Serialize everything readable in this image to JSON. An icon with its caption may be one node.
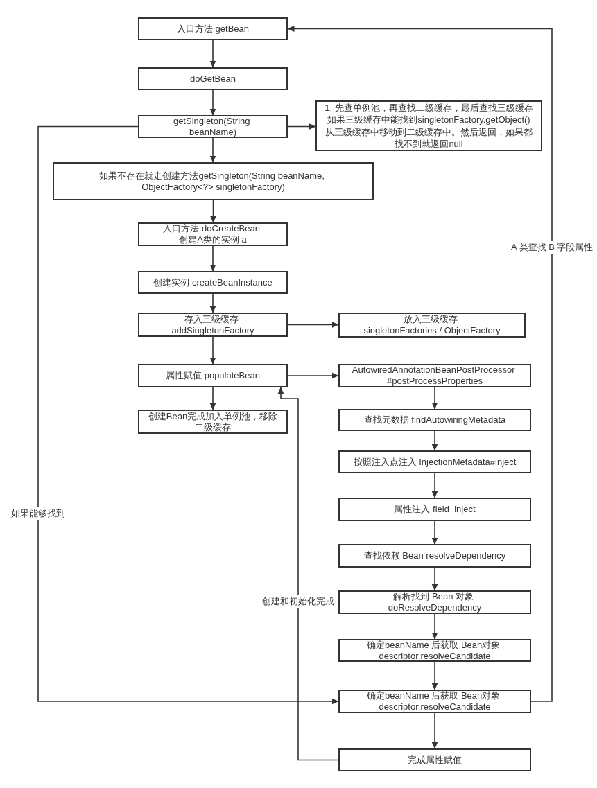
{
  "diagram": {
    "nodes": [
      {
        "text": [
          "入口方法 getBean"
        ]
      },
      {
        "text": [
          "doGetBean"
        ]
      },
      {
        "text": [
          "getSingleton(String beanName)"
        ]
      },
      {
        "text": [
          "1. 先查单例池，再查找二级缓存，最后查找三级缓存如果三级缓存中能找到singletonFactory.getObject()从三级缓存中移动到二级缓存中。然后返回，如果都找不到就返回null"
        ]
      },
      {
        "text": [
          "如果不存在就走创建方法getSingleton(String beanName, ObjectFactory<?> singletonFactory)"
        ]
      },
      {
        "text": [
          "入口方法 doCreateBean 创建A类的实例 a"
        ]
      },
      {
        "text": [
          "创建实例 createBeanInstance"
        ]
      },
      {
        "text": [
          "存入三级缓存 addSingletonFactory"
        ]
      },
      {
        "text": [
          "放入三级缓存 singletonFactories / ObjectFactory"
        ]
      },
      {
        "text": [
          "属性赋值 populateBean"
        ]
      },
      {
        "text": [
          "AutowiredAnnotationBeanPostProcessor #postProcessProperties"
        ]
      },
      {
        "text": [
          "创建Bean完成加入单例池，移除二级缓存"
        ]
      },
      {
        "text": [
          "查找元数据 findAutowiringMetadata"
        ]
      },
      {
        "text": [
          "按照注入点注入 InjectionMetadata#inject"
        ]
      },
      {
        "text": [
          "属性注入 field  inject"
        ]
      },
      {
        "text": [
          "查找依赖 Bean resolveDependency"
        ]
      },
      {
        "text": [
          "解析找到 Bean 对象 doResolveDependency"
        ]
      },
      {
        "text": [
          "确定beanName 后获取 Bean对象 descriptor.resolveCandidate"
        ]
      },
      {
        "text": [
          "确定beanName 后获取 Bean对象 descriptor.resolveCandidate"
        ]
      },
      {
        "text": [
          "完成属性赋值"
        ]
      }
    ],
    "edges": [
      {
        "from": 0,
        "to": 1,
        "arrow": "to"
      },
      {
        "from": 1,
        "to": 2,
        "arrow": "to"
      },
      {
        "from": 2,
        "to": 3,
        "arrow": "to"
      },
      {
        "from": 2,
        "to": 4,
        "arrow": "to"
      },
      {
        "from": 4,
        "to": 5,
        "arrow": "to"
      },
      {
        "from": 5,
        "to": 6,
        "arrow": "to"
      },
      {
        "from": 6,
        "to": 7,
        "arrow": "to"
      },
      {
        "from": 7,
        "to": 8,
        "arrow": "to"
      },
      {
        "from": 7,
        "to": 9,
        "arrow": "to"
      },
      {
        "from": 9,
        "to": 10,
        "arrow": "to"
      },
      {
        "from": 9,
        "to": 11,
        "arrow": "to"
      },
      {
        "from": 10,
        "to": 12,
        "arrow": "to"
      },
      {
        "from": 12,
        "to": 13,
        "arrow": "to"
      },
      {
        "from": 13,
        "to": 14,
        "arrow": "to"
      },
      {
        "from": 14,
        "to": 15,
        "arrow": "to"
      },
      {
        "from": 15,
        "to": 16,
        "arrow": "to"
      },
      {
        "from": 16,
        "to": 17,
        "arrow": "to"
      },
      {
        "from": 17,
        "to": 18,
        "arrow": "to"
      },
      {
        "from": 18,
        "to": 19,
        "arrow": "to"
      },
      {
        "from": 2,
        "to": 18,
        "arrow": "to",
        "label": "如果能够找到"
      },
      {
        "from": 18,
        "to": 0,
        "arrow": "to",
        "label": "A 类查找 B 字段属性"
      },
      {
        "from": 19,
        "to": 9,
        "arrow": "to",
        "label": "创建和初始化完成"
      }
    ]
  }
}
